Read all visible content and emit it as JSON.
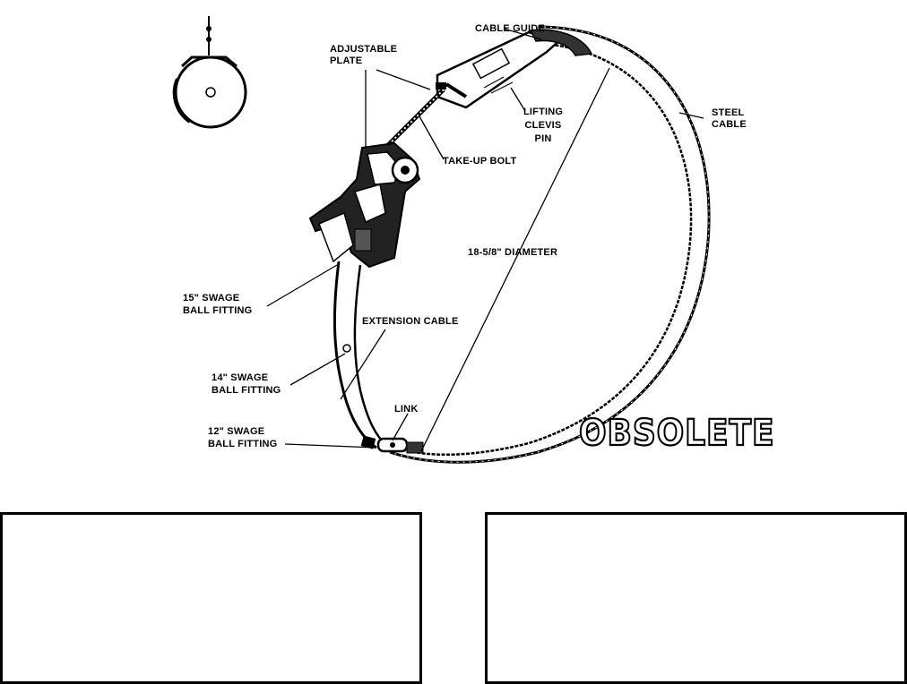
{
  "labels": {
    "cable_guide": "CABLE GUIDE",
    "adjustable_plate_1": "ADJUSTABLE",
    "adjustable_plate_2": "PLATE",
    "lifting_1": "LIFTING",
    "lifting_2": "CLEVIS",
    "lifting_3": "PIN",
    "steel_cable_1": "STEEL",
    "steel_cable_2": "CABLE",
    "take_up_bolt": "TAKE-UP BOLT",
    "diameter": "18-5/8\" DIAMETER",
    "swage15_1": "15\" SWAGE",
    "swage15_2": "BALL FITTING",
    "extension_cable": "EXTENSION CABLE",
    "swage14_1": "14\" SWAGE",
    "swage14_2": "BALL FITTING",
    "link": "LINK",
    "swage12_1": "12\" SWAGE",
    "swage12_2": "BALL FITTING"
  },
  "stamp": "OBSOLETE",
  "icons": {
    "inset": "pulley-disc-icon"
  }
}
